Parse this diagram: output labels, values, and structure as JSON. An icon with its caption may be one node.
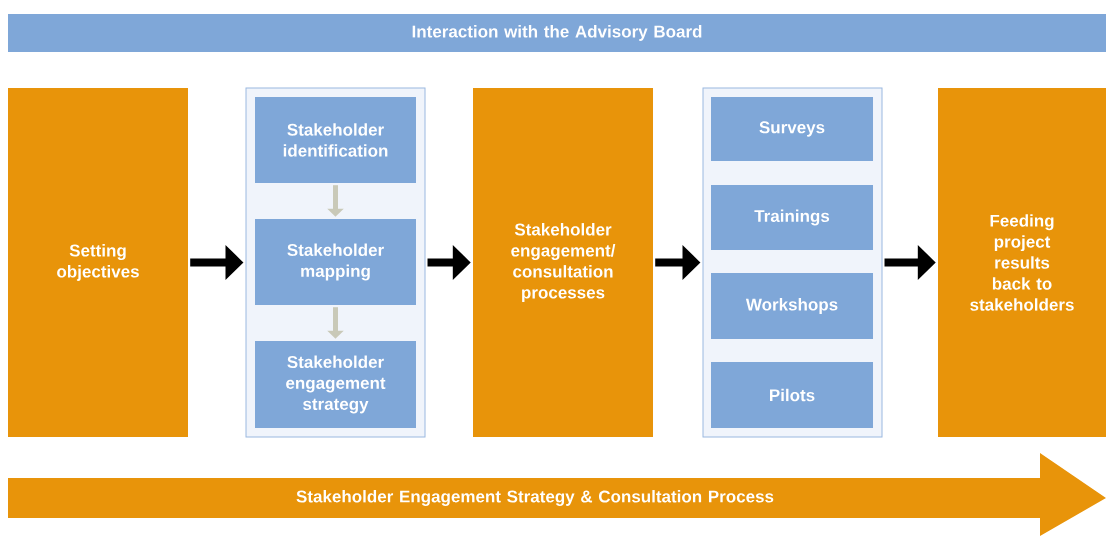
{
  "diagram": {
    "nodes": [
      {
        "text": [
          "Interaction with the Advisory Board"
        ]
      },
      {
        "text": [
          "Setting objectives"
        ]
      },
      {
        "text": [],
        "shape": "box"
      },
      {
        "text": [
          "Stakeholder identification"
        ],
        "in": 2
      },
      {
        "text": [
          "Stakeholder mapping"
        ],
        "in": 2
      },
      {
        "text": [
          "Stakeholder engagement strategy"
        ],
        "in": 2
      },
      {
        "text": [
          "Stakeholder engagement/ consultation processes"
        ]
      },
      {
        "text": [],
        "shape": "box"
      },
      {
        "text": [
          "Surveys"
        ],
        "in": 7
      },
      {
        "text": [
          "Trainings"
        ],
        "in": 7
      },
      {
        "text": [
          "Workshops"
        ],
        "in": 7
      },
      {
        "text": [
          "Pilots"
        ],
        "in": 7
      },
      {
        "text": [
          "Feeding project results back to stakeholders"
        ]
      },
      {
        "text": [
          "Stakeholder Engagement Strategy & Consultation Process"
        ]
      }
    ],
    "edges": [
      {
        "from": 1,
        "to": 2,
        "arrow": "to"
      },
      {
        "from": 3,
        "to": 4,
        "arrow": "to",
        "color": "#c9c9b8"
      },
      {
        "from": 4,
        "to": 5,
        "arrow": "to",
        "color": "#c9c9b8"
      },
      {
        "from": 2,
        "to": 6,
        "arrow": "to"
      },
      {
        "from": 6,
        "to": 7,
        "arrow": "to"
      },
      {
        "from": 7,
        "to": 12,
        "arrow": "to"
      }
    ]
  }
}
